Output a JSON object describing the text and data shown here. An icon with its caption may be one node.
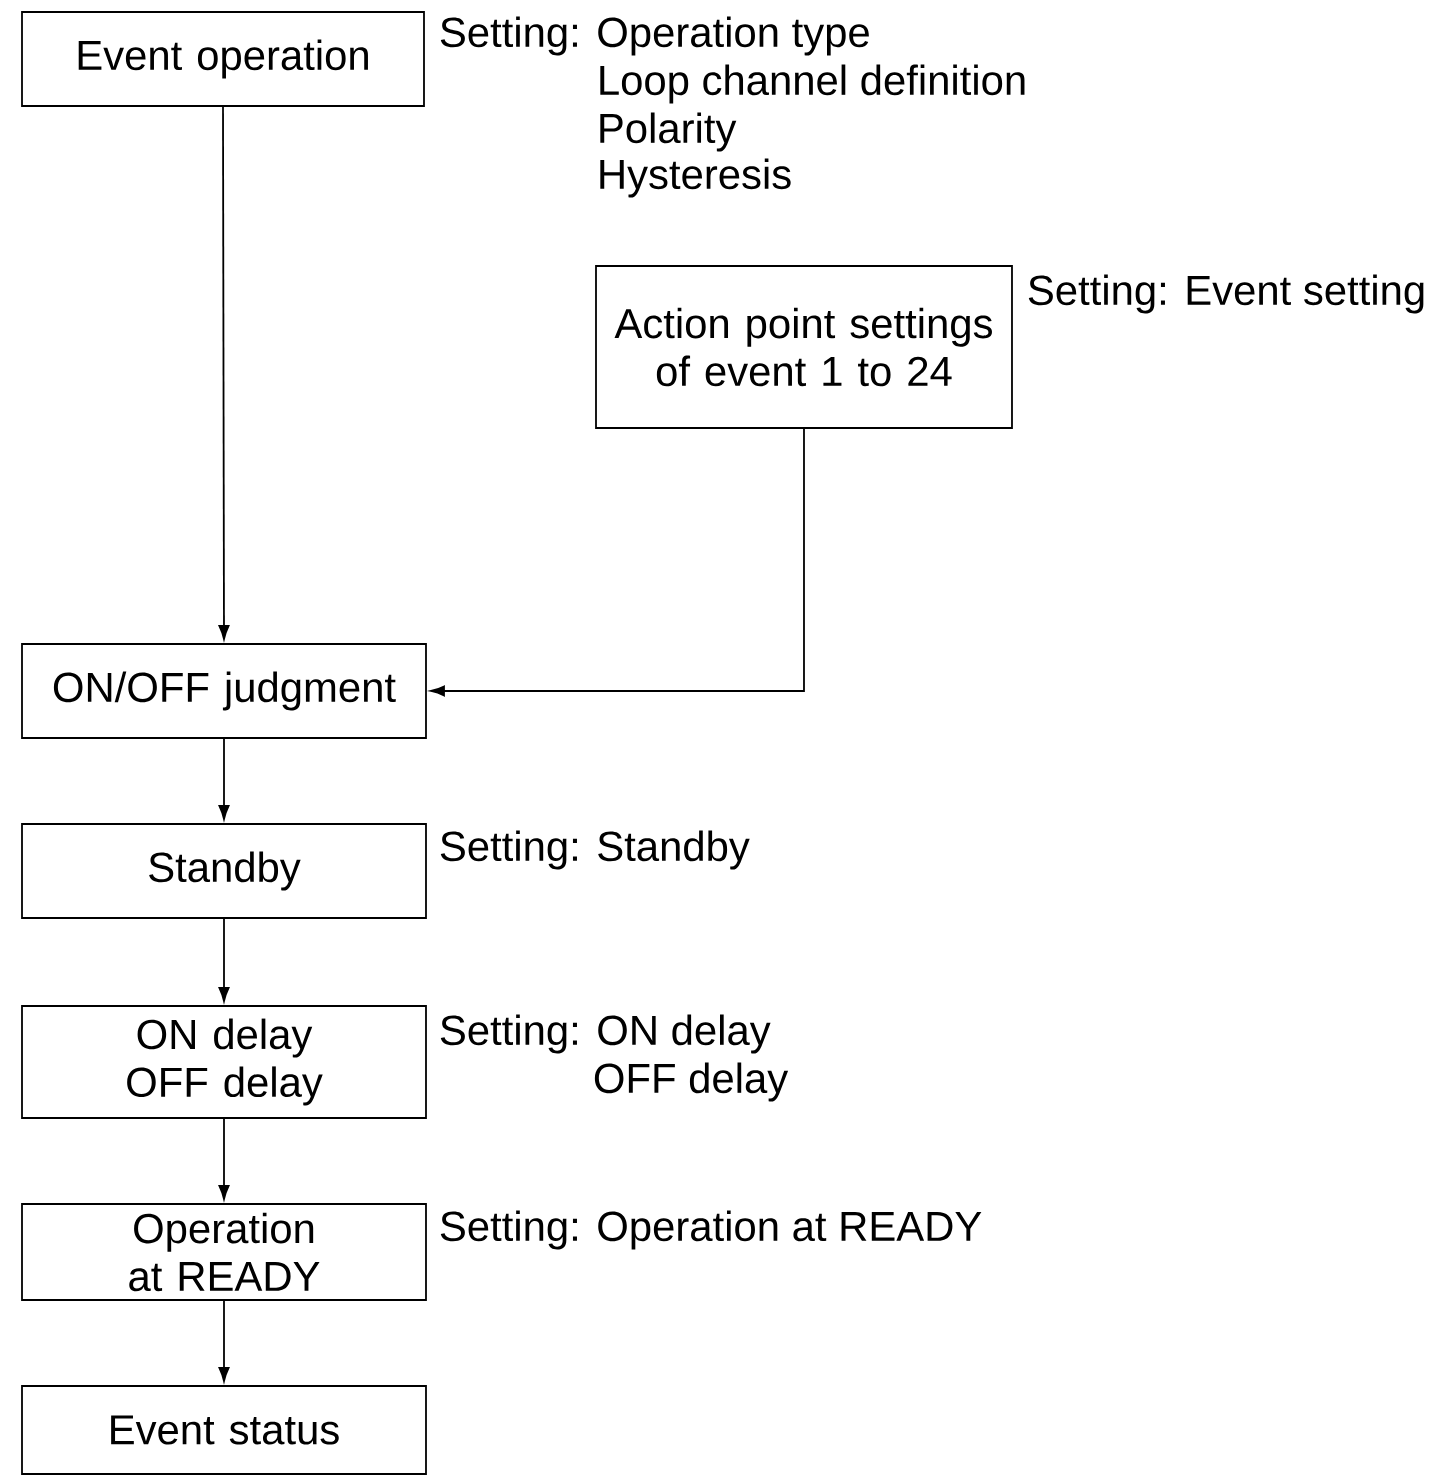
{
  "diagram": {
    "nodes": [
      {
        "text": [
          "Event operation"
        ],
        "beside": [
          "Setting: Operation type",
          "Loop channel definition",
          "Polarity",
          "Hysteresis"
        ]
      },
      {
        "text": [
          "Action point settings of event 1 to 24"
        ],
        "beside": [
          "Setting: Event setting"
        ]
      },
      {
        "text": [
          "ON/OFF judgment"
        ]
      },
      {
        "text": [
          "Standby"
        ],
        "beside": [
          "Setting: Standby"
        ]
      },
      {
        "text": [
          "ON delay OFF delay"
        ],
        "beside": [
          "Setting: ON delay",
          "OFF delay"
        ]
      },
      {
        "text": [
          "Operation at READY"
        ],
        "beside": [
          "Setting: Operation at READY"
        ]
      },
      {
        "text": [
          "Event status"
        ]
      }
    ],
    "edges": [
      {
        "from": 0,
        "to": 2,
        "arrow": "to"
      },
      {
        "from": 1,
        "to": 2,
        "arrow": "to"
      },
      {
        "from": 2,
        "to": 3,
        "arrow": "to"
      },
      {
        "from": 3,
        "to": 4,
        "arrow": "to"
      },
      {
        "from": 4,
        "to": 5,
        "arrow": "to"
      },
      {
        "from": 5,
        "to": 6,
        "arrow": "to"
      }
    ]
  }
}
